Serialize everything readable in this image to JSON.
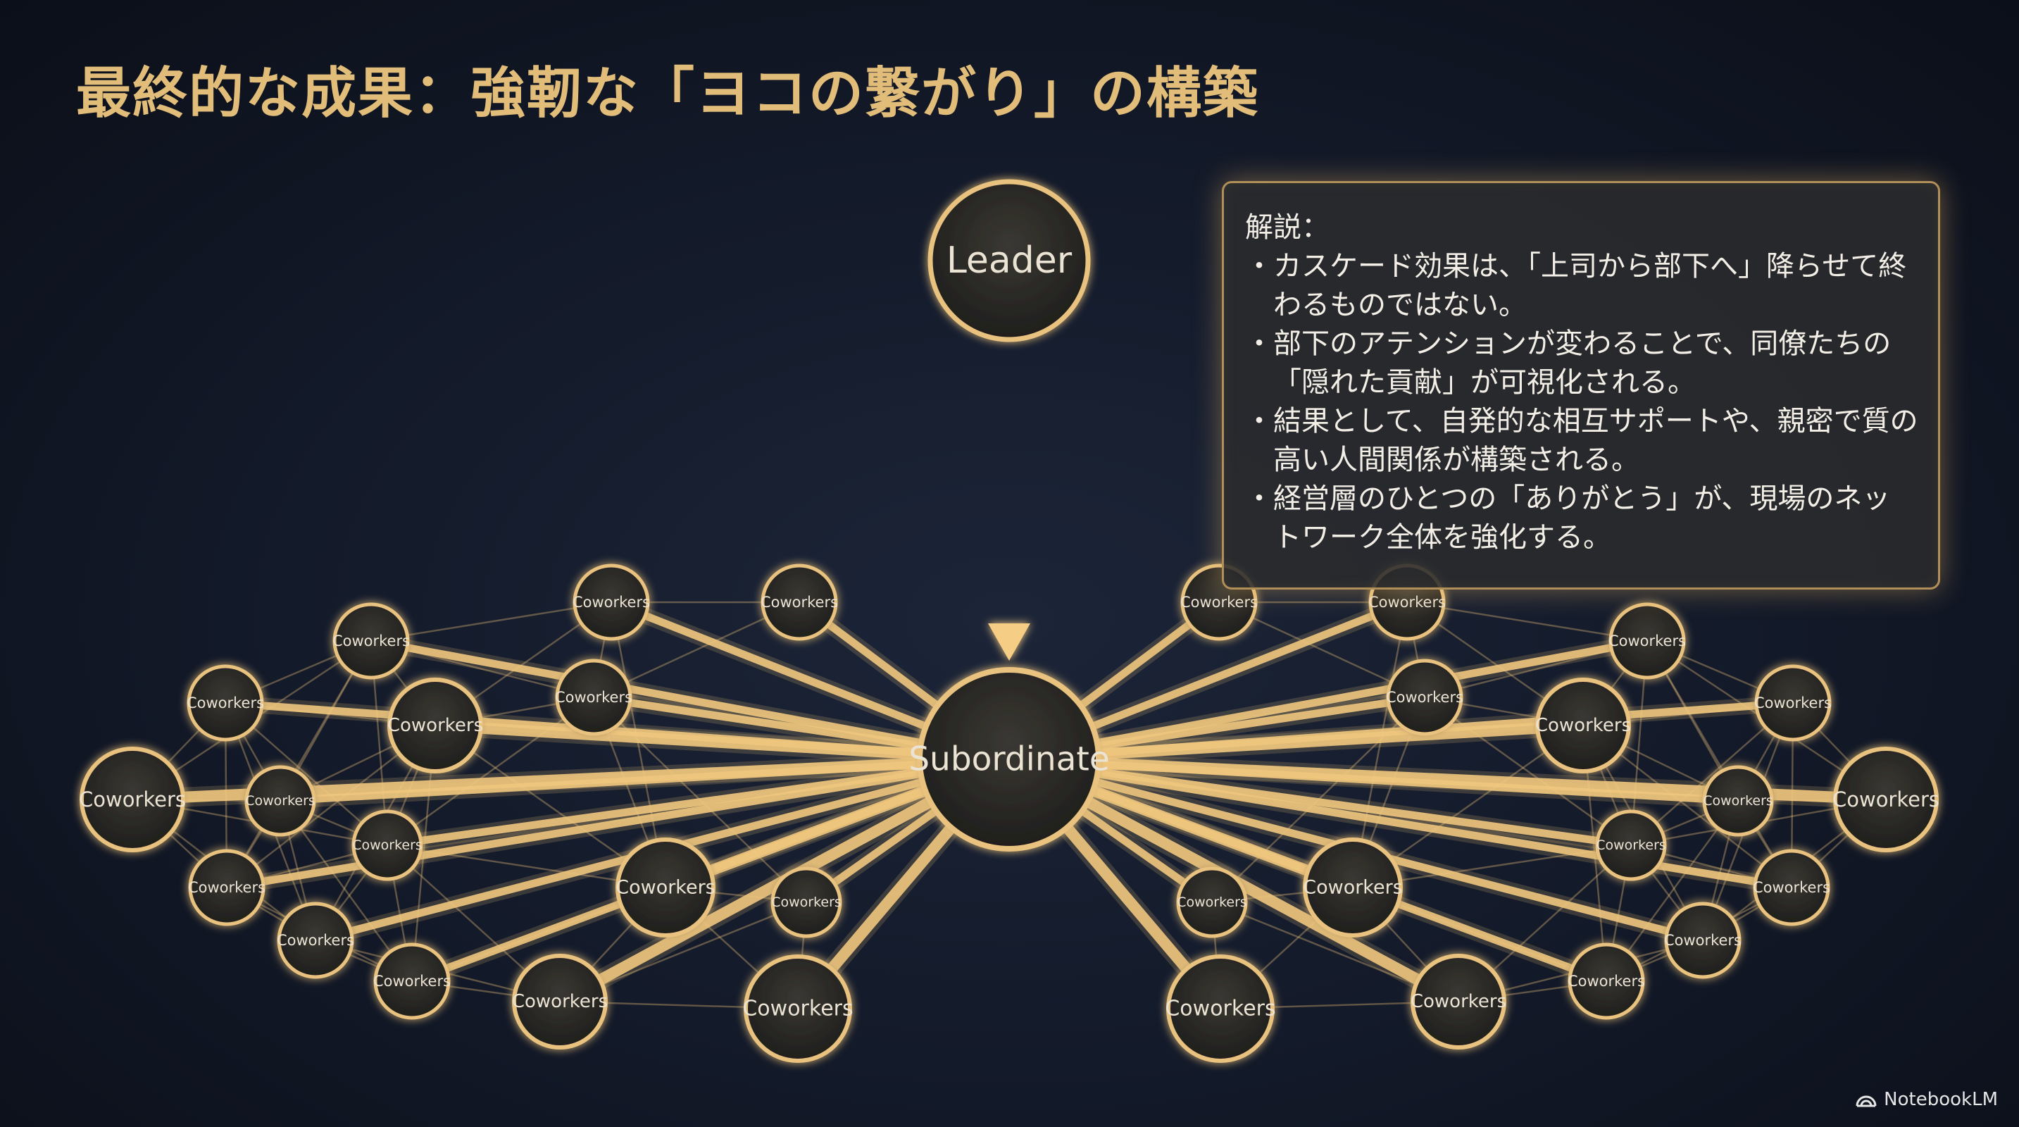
{
  "title": "最終的な成果：強靭な「ヨコの繋がり」の構築",
  "diagram": {
    "leader_label": "Leader",
    "subordinate_label": "Subordinate",
    "coworker_label": "Coworkers"
  },
  "explanation": {
    "heading": "解説：",
    "bullets": [
      "カスケード効果は、「上司から部下へ」降らせて終わるものではない。",
      "部下のアテンションが変わることで、同僚たちの「隠れた貢献」が可視化される。",
      "結果として、自発的な相互サポートや、親密で質の高い人間関係が構築される。",
      "経営層のひとつの「ありがとう」が、現場のネットワーク全体を強化する。"
    ]
  },
  "brand": "NotebookLM",
  "colors": {
    "gold": "#e2bd7a",
    "node_fill": "#2b2a28",
    "glow": "#ffd596"
  },
  "icons": [
    "notebooklm-logo-icon"
  ]
}
